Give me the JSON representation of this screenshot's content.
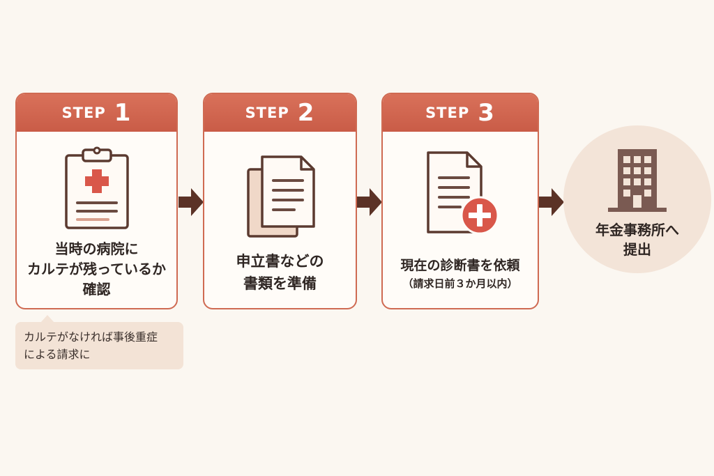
{
  "colors": {
    "accent": "#cf6a52",
    "arrow": "#5b3226",
    "background": "#fbf7f1",
    "note_bg": "#f3e3d6",
    "building": "#7a5a52",
    "plus_red": "#d9574a"
  },
  "steps": [
    {
      "step_word": "STEP",
      "step_number": "1",
      "icon": "clipboard-medical-icon",
      "text_lines": [
        "当時の病院に",
        "カルテが残っているか",
        "確認"
      ]
    },
    {
      "step_word": "STEP",
      "step_number": "2",
      "icon": "documents-icon",
      "text_lines": [
        "申立書などの",
        "書類を準備"
      ]
    },
    {
      "step_word": "STEP",
      "step_number": "3",
      "icon": "document-plus-icon",
      "text_lines": [
        "現在の診断書を依頼"
      ],
      "subtext": "（請求日前３か月以内）"
    }
  ],
  "note": {
    "lines": [
      "カルテがなければ事後重症",
      "による請求に"
    ]
  },
  "destination": {
    "icon": "office-building-icon",
    "lines": [
      "年金事務所へ",
      "提出"
    ]
  }
}
